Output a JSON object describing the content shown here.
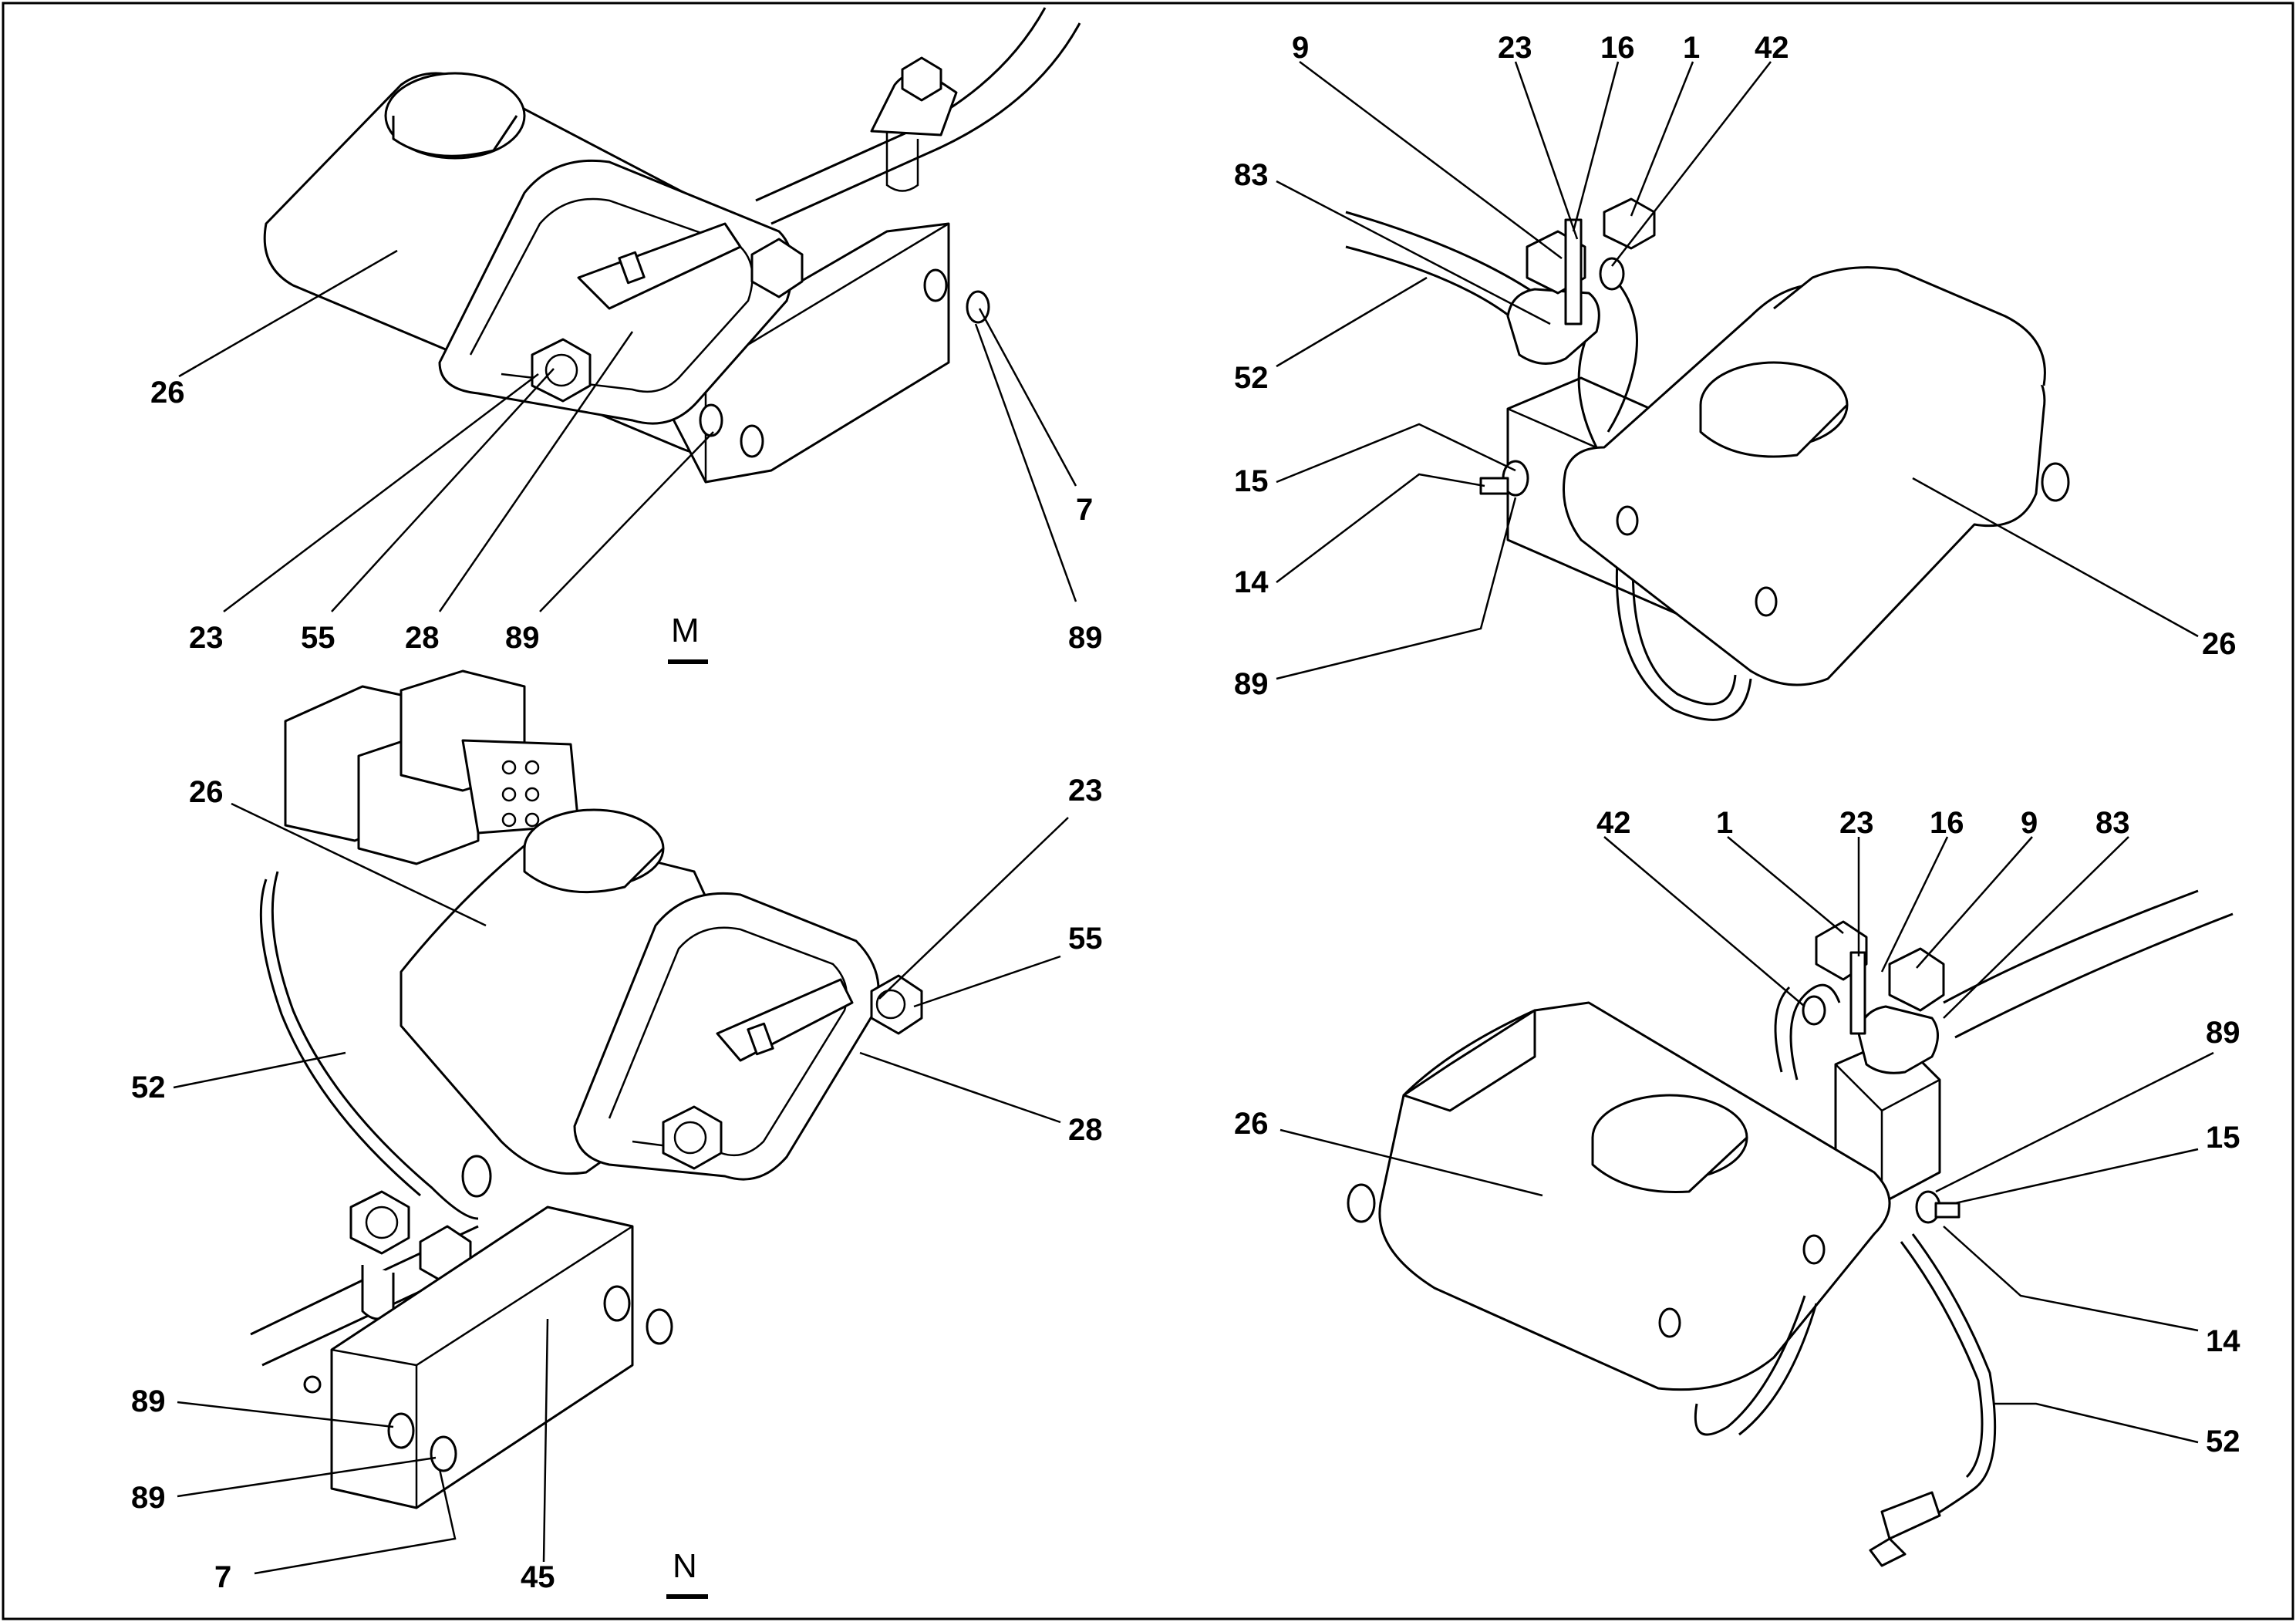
{
  "views": {
    "M": {
      "letter": "M",
      "labels": [
        "26",
        "23",
        "55",
        "28",
        "89",
        "7",
        "89"
      ]
    },
    "N": {
      "letter": "N",
      "labels": [
        "26",
        "52",
        "89",
        "89",
        "7",
        "45",
        "23",
        "55",
        "28"
      ]
    },
    "top_right": {
      "labels": [
        "9",
        "23",
        "16",
        "1",
        "42",
        "83",
        "52",
        "15",
        "14",
        "89",
        "26"
      ]
    },
    "bottom_right": {
      "labels": [
        "42",
        "1",
        "23",
        "16",
        "9",
        "83",
        "26",
        "89",
        "15",
        "14",
        "52"
      ]
    }
  }
}
